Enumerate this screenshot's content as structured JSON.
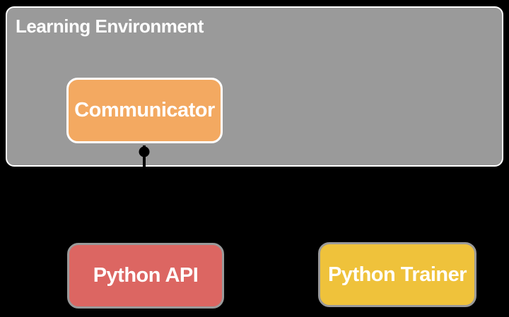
{
  "diagram": {
    "container": {
      "label": "Learning Environment"
    },
    "nodes": {
      "communicator": {
        "label": "Communicator"
      },
      "python_api": {
        "label": "Python API"
      },
      "python_trainer": {
        "label": "Python Trainer"
      }
    },
    "connectors": [
      {
        "from": "communicator",
        "to": "python_api",
        "style": "dot-start-arrow-end"
      },
      {
        "from": "python_api",
        "to": "python_trainer",
        "style": "double-arrow"
      }
    ],
    "colors": {
      "background": "#000000",
      "container_fill": "#9a9a9a",
      "container_border": "#ffffff",
      "communicator_fill": "#f3a961",
      "communicator_border": "#ffffff",
      "python_api_fill": "#dc6662",
      "python_trainer_fill": "#efc23b",
      "node_border": "#9a9a9a",
      "connector": "#000000",
      "text": "#ffffff"
    }
  }
}
